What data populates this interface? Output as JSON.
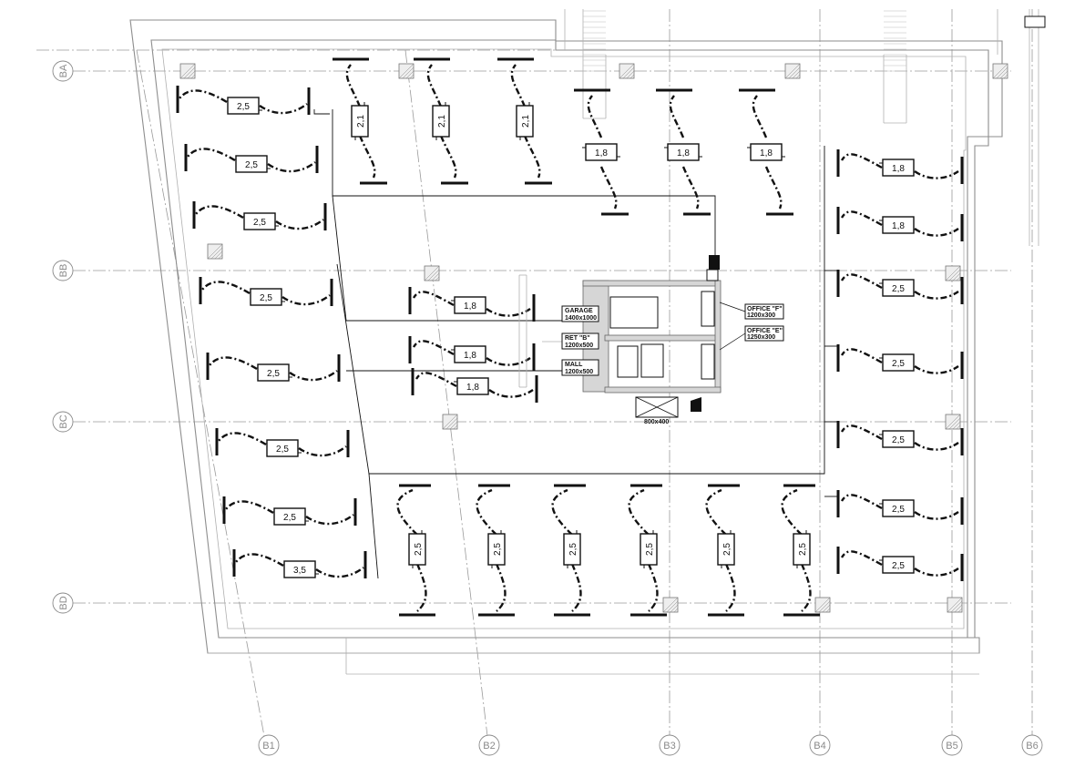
{
  "grid": {
    "row_labels": [
      "BA",
      "BB",
      "BC",
      "BD"
    ],
    "col_labels": [
      "B1",
      "B2",
      "B3",
      "B4",
      "B5",
      "B6"
    ]
  },
  "fan_coil_units": [
    {
      "label": "2,5"
    },
    {
      "label": "2,5"
    },
    {
      "label": "2,5"
    },
    {
      "label": "2,5"
    },
    {
      "label": "2,5"
    },
    {
      "label": "2,5"
    },
    {
      "label": "2,5"
    },
    {
      "label": "3,5"
    },
    {
      "label": "2,1"
    },
    {
      "label": "2,1"
    },
    {
      "label": "2,1"
    },
    {
      "label": "1,8"
    },
    {
      "label": "1,8"
    },
    {
      "label": "1,8"
    },
    {
      "label": "1,8"
    },
    {
      "label": "1,8"
    },
    {
      "label": "1,8"
    },
    {
      "label": "2,5"
    },
    {
      "label": "2,5"
    },
    {
      "label": "2,5"
    },
    {
      "label": "2,5"
    },
    {
      "label": "2,5"
    },
    {
      "label": "2,5"
    },
    {
      "label": "1,8"
    },
    {
      "label": "1,8"
    },
    {
      "label": "2,5"
    },
    {
      "label": "2,5"
    },
    {
      "label": "2,5"
    },
    {
      "label": "2,5"
    },
    {
      "label": "2,5"
    }
  ],
  "duct_tags": {
    "garage": "GARAGE",
    "garage_size": "1400x1000",
    "ret_b": "RET \"B\"",
    "ret_b_size": "1200x500",
    "mall": "MALL",
    "mall_size": "1200x500",
    "office_f": "OFFICE \"F\"",
    "office_f_size": "1200x300",
    "office_e": "OFFICE \"E\"",
    "office_e_size": "1250x300",
    "bottom_size": "800x400"
  },
  "colors": {
    "ink": "#111111",
    "grid": "#9a9a9a",
    "wall": "#8e8e8e"
  }
}
